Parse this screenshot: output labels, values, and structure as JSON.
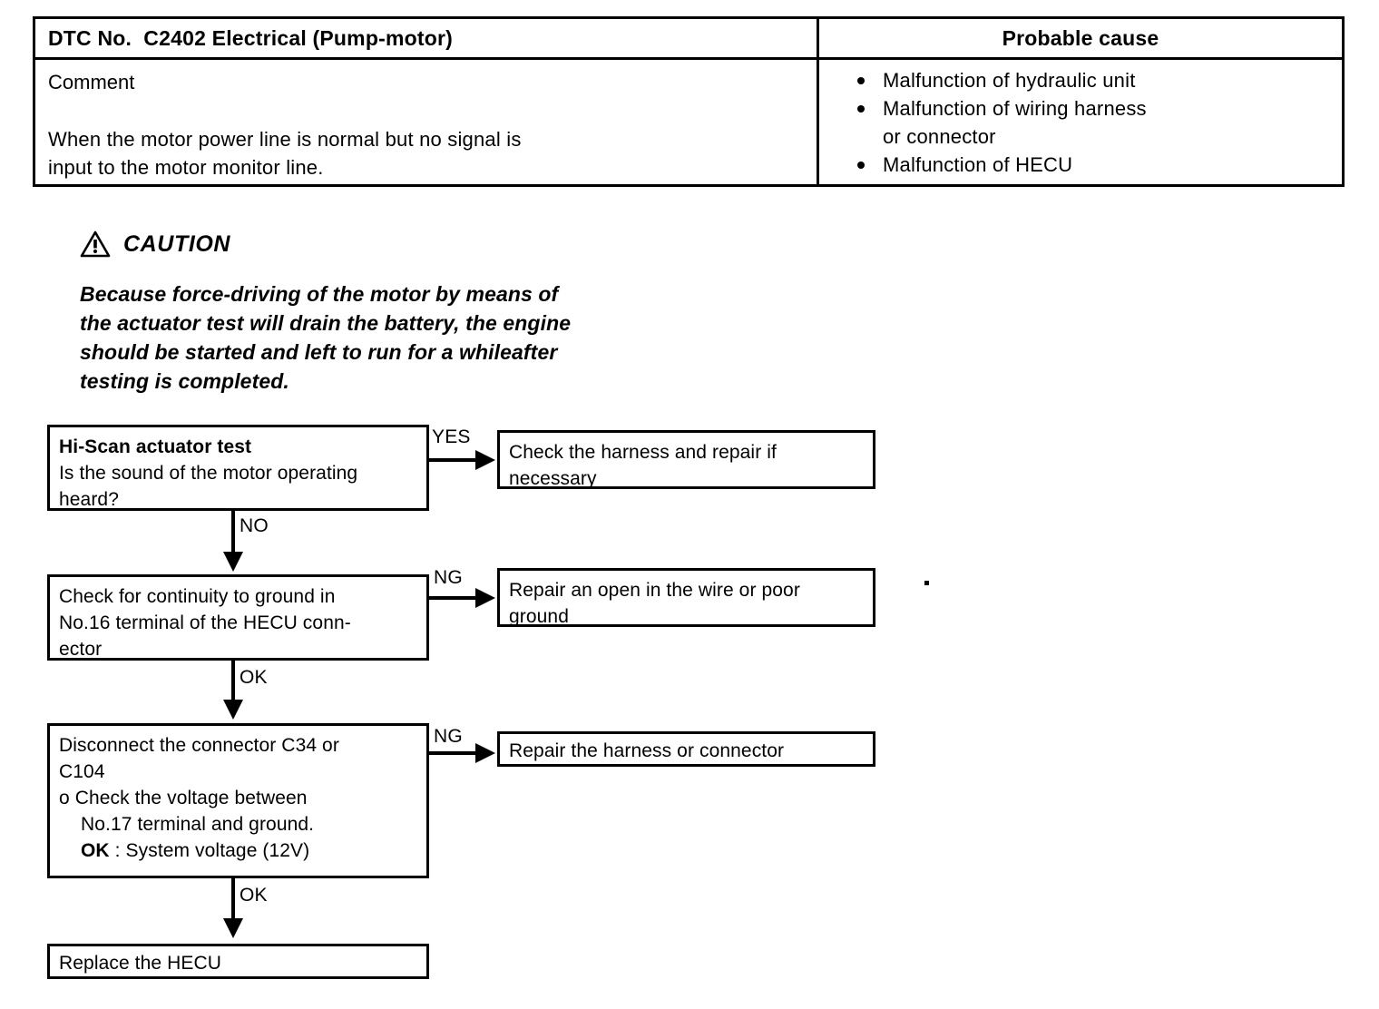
{
  "table": {
    "header_left": "DTC No.  C2402 Electrical (Pump-motor)",
    "header_right": "Probable cause",
    "comment_label": "Comment",
    "comment_line1": "When the motor power line is normal but no signal is",
    "comment_line2": "input to the motor monitor line.",
    "causes": [
      "Malfunction of hydraulic unit",
      "Malfunction of wiring harness",
      "or connector",
      "Malfunction of HECU"
    ]
  },
  "caution": {
    "icon": "warning-triangle-icon",
    "title": "CAUTION",
    "line1": "Because force-driving of the motor by means of",
    "line2": "the actuator test will drain the battery, the engine",
    "line3": "should be started and left to run for a whileafter",
    "line4": "testing is completed."
  },
  "flow": {
    "step1": {
      "title": "Hi-Scan actuator test",
      "line2": "Is the sound of the motor operating",
      "line3": "heard?"
    },
    "step1_yes_label": "YES",
    "step1_result": {
      "line1": "Check the harness and repair if",
      "line2": "necessary"
    },
    "step1_no_label": "NO",
    "step2": {
      "line1": "Check for continuity to ground in",
      "line2": "No.16 terminal of the HECU conn-",
      "line3": "ector"
    },
    "step2_ng_label": "NG",
    "step2_result": {
      "line1": "Repair an open in the wire or poor",
      "line2": "ground"
    },
    "step2_ok_label": "OK",
    "step3": {
      "line1": "Disconnect the connector C34 or",
      "line2": "C104",
      "line3": "o Check the voltage between",
      "line4": "No.17 terminal and ground.",
      "line5_bold": "OK",
      "line5_rest": " : System voltage (12V)"
    },
    "step3_ng_label": "NG",
    "step3_result": {
      "line1": "Repair the harness or connector"
    },
    "step3_ok_label": "OK",
    "step4": {
      "line1": "Replace the HECU"
    }
  }
}
